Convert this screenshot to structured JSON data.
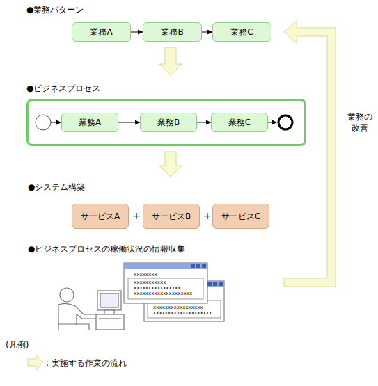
{
  "diagram": {
    "nodes": [
      {
        "text": [
          "業務A"
        ]
      },
      {
        "text": [
          "業務B"
        ]
      },
      {
        "text": [
          "業務C"
        ]
      },
      {
        "text": [
          "●ビジネスプロセス"
        ]
      },
      {
        "text": [
          "業務A"
        ],
        "in": 3
      },
      {
        "text": [
          "業務B"
        ],
        "in": 3
      },
      {
        "text": [
          "業務C"
        ],
        "in": 3
      },
      {
        "text": [
          "サービスA"
        ]
      },
      {
        "text": [
          "サービスB"
        ]
      },
      {
        "text": [
          "サービスC"
        ]
      }
    ],
    "edges": [
      {
        "from": 0,
        "to": 1,
        "arrow": "to"
      },
      {
        "from": 1,
        "to": 2,
        "arrow": "to"
      },
      {
        "from": 4,
        "to": 5,
        "arrow": "to"
      },
      {
        "from": 5,
        "to": 6,
        "arrow": "to"
      }
    ],
    "labels": [
      "●業務パターン",
      "●システム構築",
      "+",
      "+",
      "●ビジネスプロセスの稼働状況の情報収集",
      "xxxxxxxx",
      "xxxxxxxxxxx",
      "xxxxxxxxxxxxxxxx",
      "xxxxxxxxxxxxxxxxxxxx",
      "xxxxxxxxxxxxxxxxx",
      "xxxxxxxxxxxxxxxxxxxx",
      "業務の 改善",
      "(凡例)"
    ],
    "legend": [
      {
        "text": ": 実施する作業の流れ"
      }
    ]
  }
}
